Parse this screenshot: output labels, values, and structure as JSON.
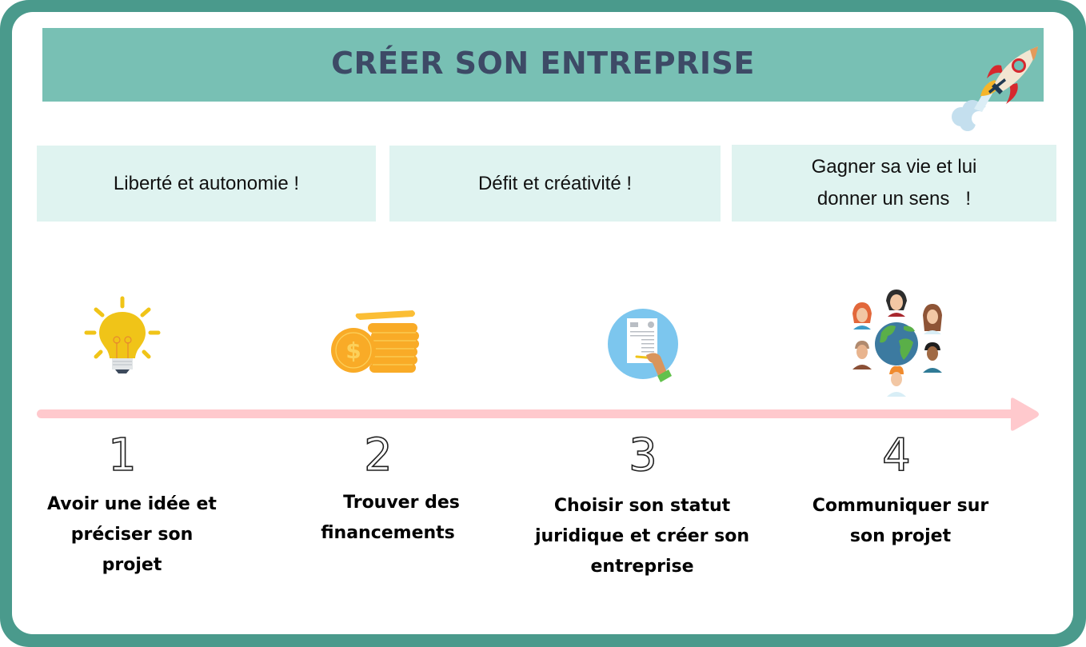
{
  "header": {
    "title": "CRÉER SON ENTREPRISE",
    "icon": "rocket-icon"
  },
  "motivations": [
    {
      "text": "Liberté et autonomie !"
    },
    {
      "text_line1": "Gagner sa vie et lui",
      "text_line2": "donner un sens   !"
    },
    {
      "text": "Défit et créativité !"
    }
  ],
  "steps": [
    {
      "number": "1",
      "icon": "lightbulb-icon",
      "label_lines": [
        "Avoir une idée et",
        "préciser son",
        "projet"
      ]
    },
    {
      "number": "2",
      "icon": "coins-icon",
      "label_lines": [
        "Trouver des",
        "financements"
      ]
    },
    {
      "number": "3",
      "icon": "signing-document-icon",
      "label_lines": [
        "Choisir son statut",
        "juridique et créer son",
        "entreprise"
      ]
    },
    {
      "number": "4",
      "icon": "global-people-icon",
      "label_lines": [
        "Communiquer sur",
        "son projet"
      ]
    }
  ],
  "colors": {
    "border": "#4a9a8c",
    "header_band": "#78c0b4",
    "title_text": "#3d4a66",
    "quote_box": "#dff3f0",
    "arrow": "#ffc9cd"
  }
}
